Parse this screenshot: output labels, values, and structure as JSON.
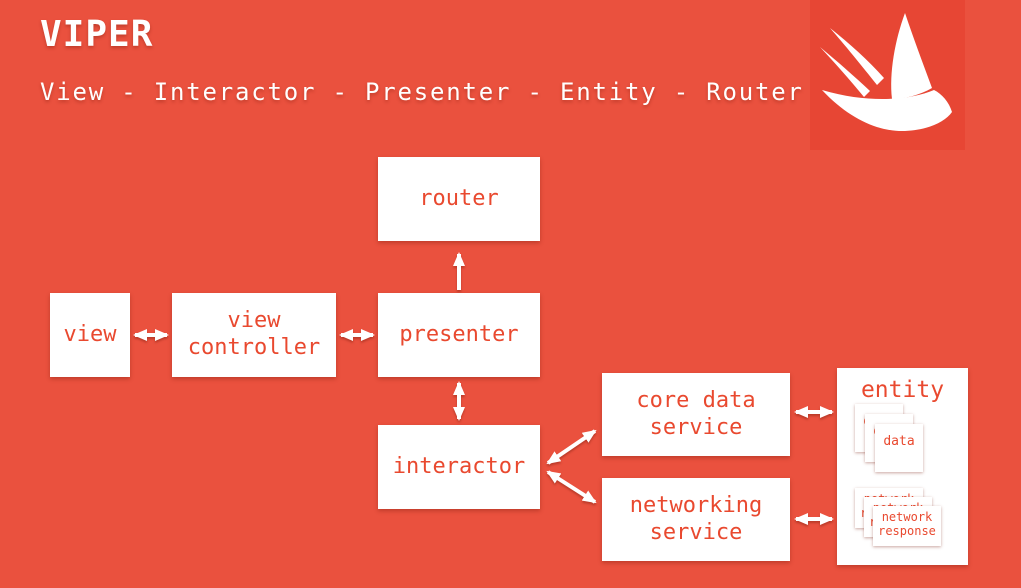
{
  "header": {
    "title": "VIPER",
    "subtitle": "View - Interactor - Presenter - Entity - Router"
  },
  "logo": {
    "icon": "swift-bird-icon",
    "brand": "Swift"
  },
  "colors": {
    "bg": "#EA513E",
    "logo-bg": "#E74634",
    "box-text": "#E9492F",
    "box-bg": "#FFFFFF",
    "arrow": "#FFFFFF"
  },
  "boxes": [
    {
      "id": "router",
      "label": "router"
    },
    {
      "id": "view",
      "label": "view"
    },
    {
      "id": "view-controller",
      "label": "view controller"
    },
    {
      "id": "presenter",
      "label": "presenter"
    },
    {
      "id": "interactor",
      "label": "interactor"
    },
    {
      "id": "core-data-service",
      "label": "core data service"
    },
    {
      "id": "networking-service",
      "label": "networking service"
    },
    {
      "id": "entity",
      "label": "entity"
    }
  ],
  "entity": {
    "stacks": [
      {
        "label": "data",
        "count": 3
      },
      {
        "label": "network response",
        "count": 3
      }
    ]
  },
  "arrows": [
    {
      "from": "view",
      "to": "view controller",
      "bidirectional": true
    },
    {
      "from": "view controller",
      "to": "presenter",
      "bidirectional": true
    },
    {
      "from": "presenter",
      "to": "router",
      "bidirectional": false
    },
    {
      "from": "presenter",
      "to": "interactor",
      "bidirectional": true
    },
    {
      "from": "interactor",
      "to": "core data service",
      "bidirectional": true
    },
    {
      "from": "interactor",
      "to": "networking service",
      "bidirectional": true
    },
    {
      "from": "core data service",
      "to": "entity",
      "bidirectional": true
    },
    {
      "from": "networking service",
      "to": "entity",
      "bidirectional": true
    }
  ]
}
